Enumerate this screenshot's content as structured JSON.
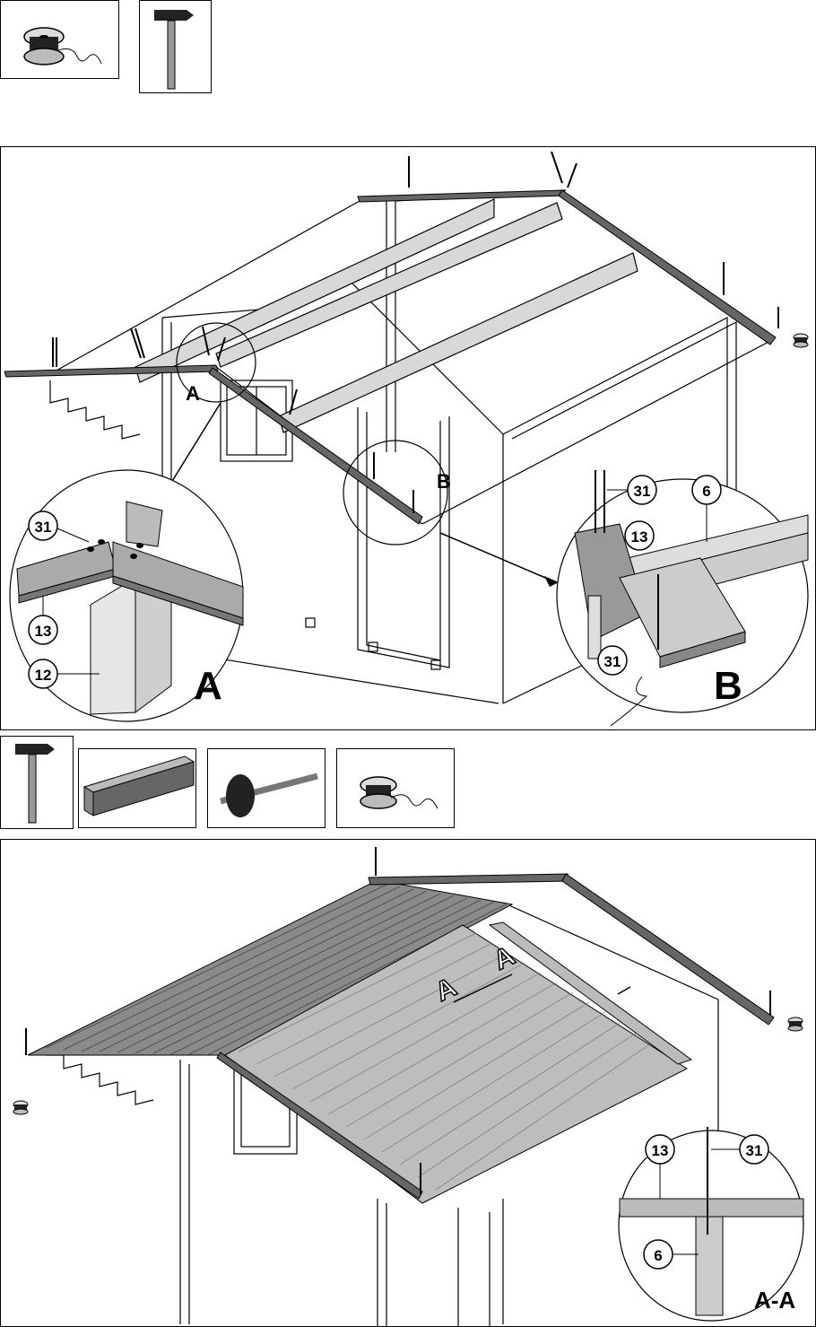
{
  "top_tools": [
    {
      "name": "nail-spool",
      "icon": "nail-spool-icon"
    },
    {
      "name": "hammer",
      "icon": "hammer-icon"
    }
  ],
  "step1": {
    "detail_a_label": "A",
    "detail_b_label": "B",
    "detail_a": {
      "parts": [
        "31",
        "13",
        "12"
      ],
      "title": "A"
    },
    "detail_b": {
      "parts": [
        "31",
        "6",
        "13",
        "31"
      ],
      "title": "B"
    }
  },
  "middle_tools": [
    {
      "name": "hammer",
      "icon": "hammer-icon"
    },
    {
      "name": "wood-block",
      "icon": "wood-block-icon"
    },
    {
      "name": "rubber-mallet",
      "icon": "mallet-icon"
    },
    {
      "name": "nail-spool",
      "icon": "nail-spool-icon"
    }
  ],
  "step2": {
    "section_marker": "A",
    "section_detail": {
      "parts": [
        "13",
        "31",
        "6"
      ],
      "title": "A-A"
    }
  }
}
